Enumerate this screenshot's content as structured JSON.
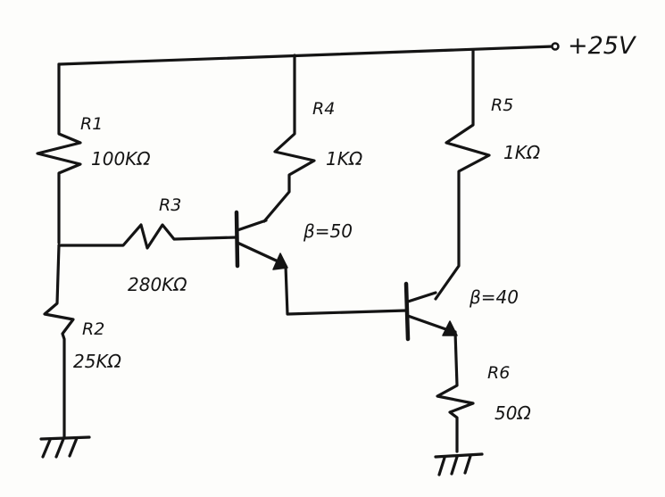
{
  "supply": {
    "label": "+25V"
  },
  "components": {
    "r1": {
      "name": "R1",
      "value": "100KΩ"
    },
    "r2": {
      "name": "R2",
      "value": "25KΩ"
    },
    "r3": {
      "name": "R3",
      "value": "280KΩ"
    },
    "r4": {
      "name": "R4",
      "value": "1KΩ"
    },
    "r5": {
      "name": "R5",
      "value": "1KΩ"
    },
    "r6": {
      "name": "R6",
      "value": "50Ω"
    },
    "q1": {
      "beta": "β=50"
    },
    "q2": {
      "beta": "β=40"
    }
  }
}
